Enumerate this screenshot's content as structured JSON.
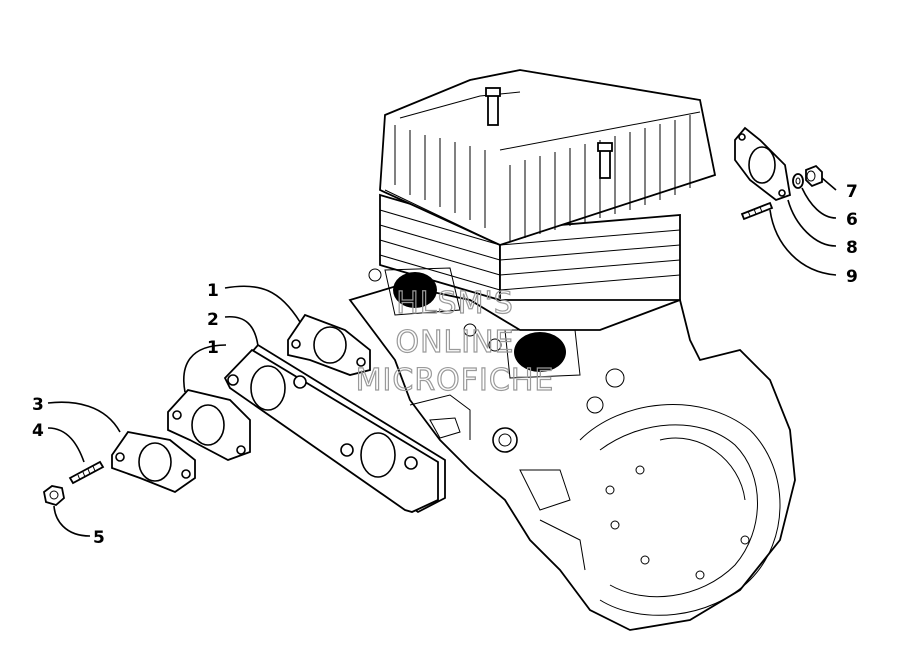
{
  "diagram": {
    "callouts": [
      {
        "id": "c1a",
        "label": "1"
      },
      {
        "id": "c2",
        "label": "2"
      },
      {
        "id": "c1b",
        "label": "1"
      },
      {
        "id": "c3",
        "label": "3"
      },
      {
        "id": "c4",
        "label": "4"
      },
      {
        "id": "c5",
        "label": "5"
      },
      {
        "id": "c7",
        "label": "7"
      },
      {
        "id": "c6",
        "label": "6"
      },
      {
        "id": "c8",
        "label": "8"
      },
      {
        "id": "c9",
        "label": "9"
      }
    ],
    "watermark": [
      "HLSM'S",
      "ONLINE",
      "MICROFICHE"
    ]
  }
}
